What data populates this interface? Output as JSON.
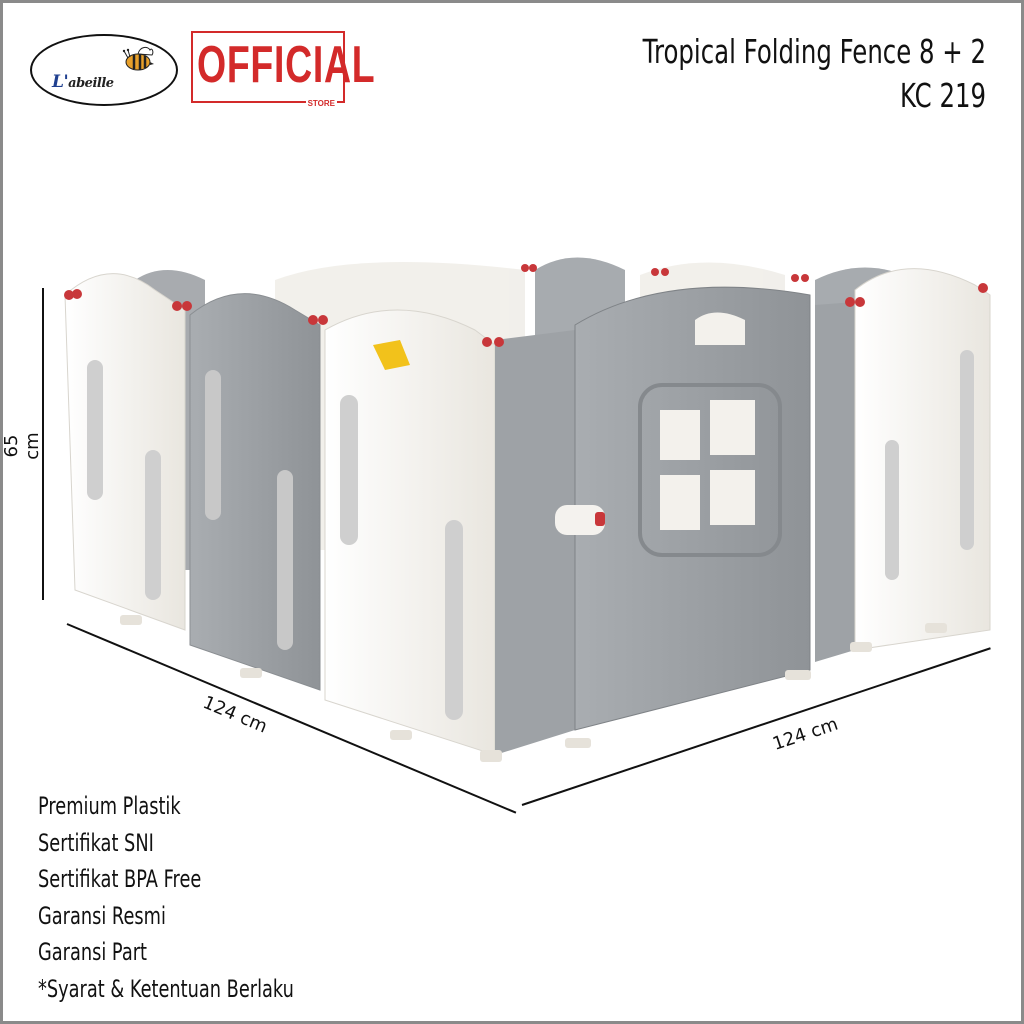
{
  "brand": {
    "logo_name": "L'abeille",
    "logo_initial": "L'",
    "logo_rest": "abeille",
    "badge_main": "OFFICIAL",
    "badge_sub": "STORE"
  },
  "product": {
    "title_line1": "Tropical Folding Fence 8 + 2",
    "title_line2": "KC 219",
    "image_alt": "Grey and white folding baby play fence with gate panel"
  },
  "dimensions": {
    "height": "65 cm",
    "depth": "124 cm",
    "width": "124 cm"
  },
  "features": [
    "Premium Plastik",
    "Sertifikat SNI",
    "Sertifikat BPA Free",
    "Garansi Resmi",
    "Garansi Part",
    "*Syarat & Ketentuan Berlaku"
  ],
  "colors": {
    "brand_blue": "#1f3f8f",
    "official_red": "#d32a2a",
    "panel_white": "#f3f1ec",
    "panel_grey": "#9ea2a6",
    "peg_red": "#c8373a",
    "frame_grey": "#8a8a8a"
  }
}
